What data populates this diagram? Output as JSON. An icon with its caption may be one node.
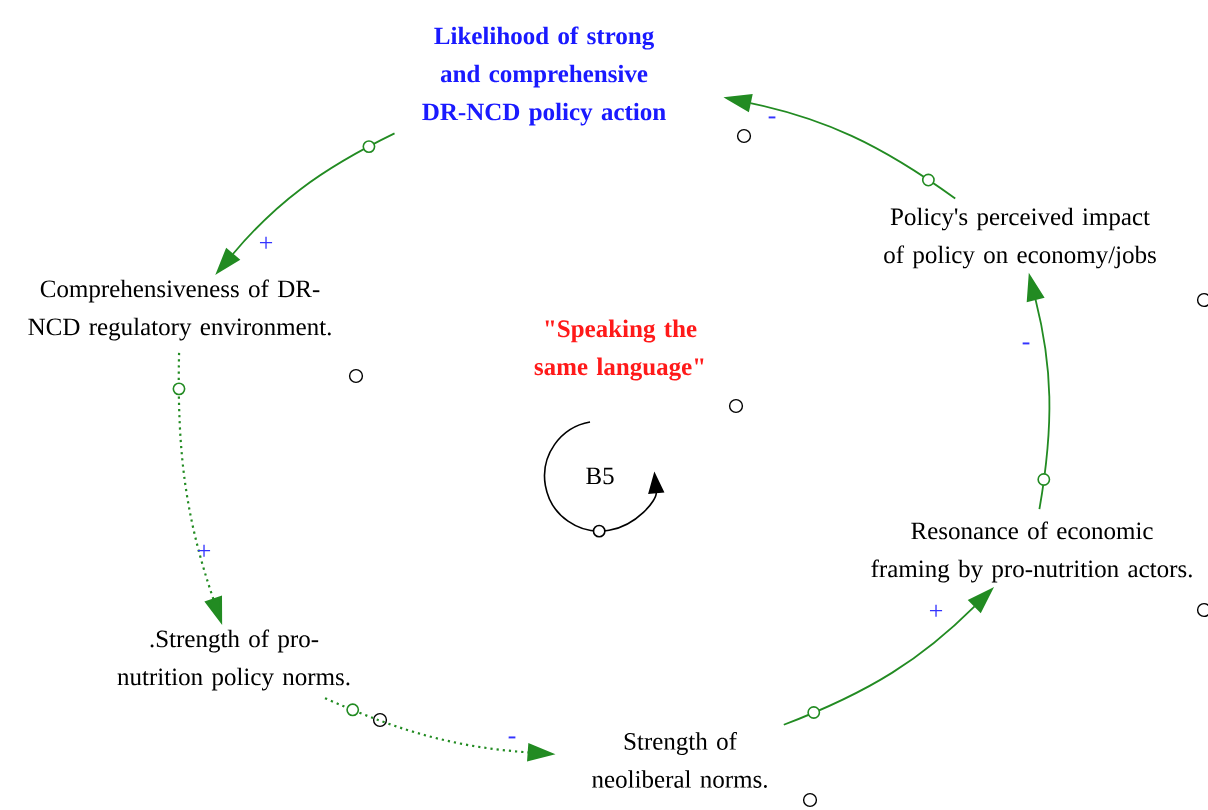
{
  "diagram": {
    "nodes": [
      {
        "text": [
          "Likelihood of strong and comprehensive DR-NCD policy action"
        ]
      },
      {
        "text": [
          "Comprehensiveness of DR-NCD regulatory environment."
        ]
      },
      {
        "text": [
          ".Strength of pro-nutrition policy norms."
        ]
      },
      {
        "text": [
          "Strength of neoliberal norms."
        ]
      },
      {
        "text": [
          "Resonance of economic framing by pro-nutrition actors."
        ]
      },
      {
        "text": [
          "Policy's perceived impact of policy on economy/jobs"
        ]
      }
    ],
    "edges": [
      {
        "from": 0,
        "to": 1,
        "arrow": "to",
        "label": "+"
      },
      {
        "from": 1,
        "to": 2,
        "arrow": "to",
        "label": "+",
        "style": "dashed"
      },
      {
        "from": 2,
        "to": 3,
        "arrow": "to",
        "label": "-",
        "style": "dashed"
      },
      {
        "from": 3,
        "to": 4,
        "arrow": "to",
        "label": "+"
      },
      {
        "from": 4,
        "to": 5,
        "arrow": "to",
        "label": "-"
      },
      {
        "from": 5,
        "to": 0,
        "arrow": "to",
        "label": "-"
      }
    ],
    "labels": [
      "\"Speaking the same language\"",
      "B5"
    ]
  }
}
